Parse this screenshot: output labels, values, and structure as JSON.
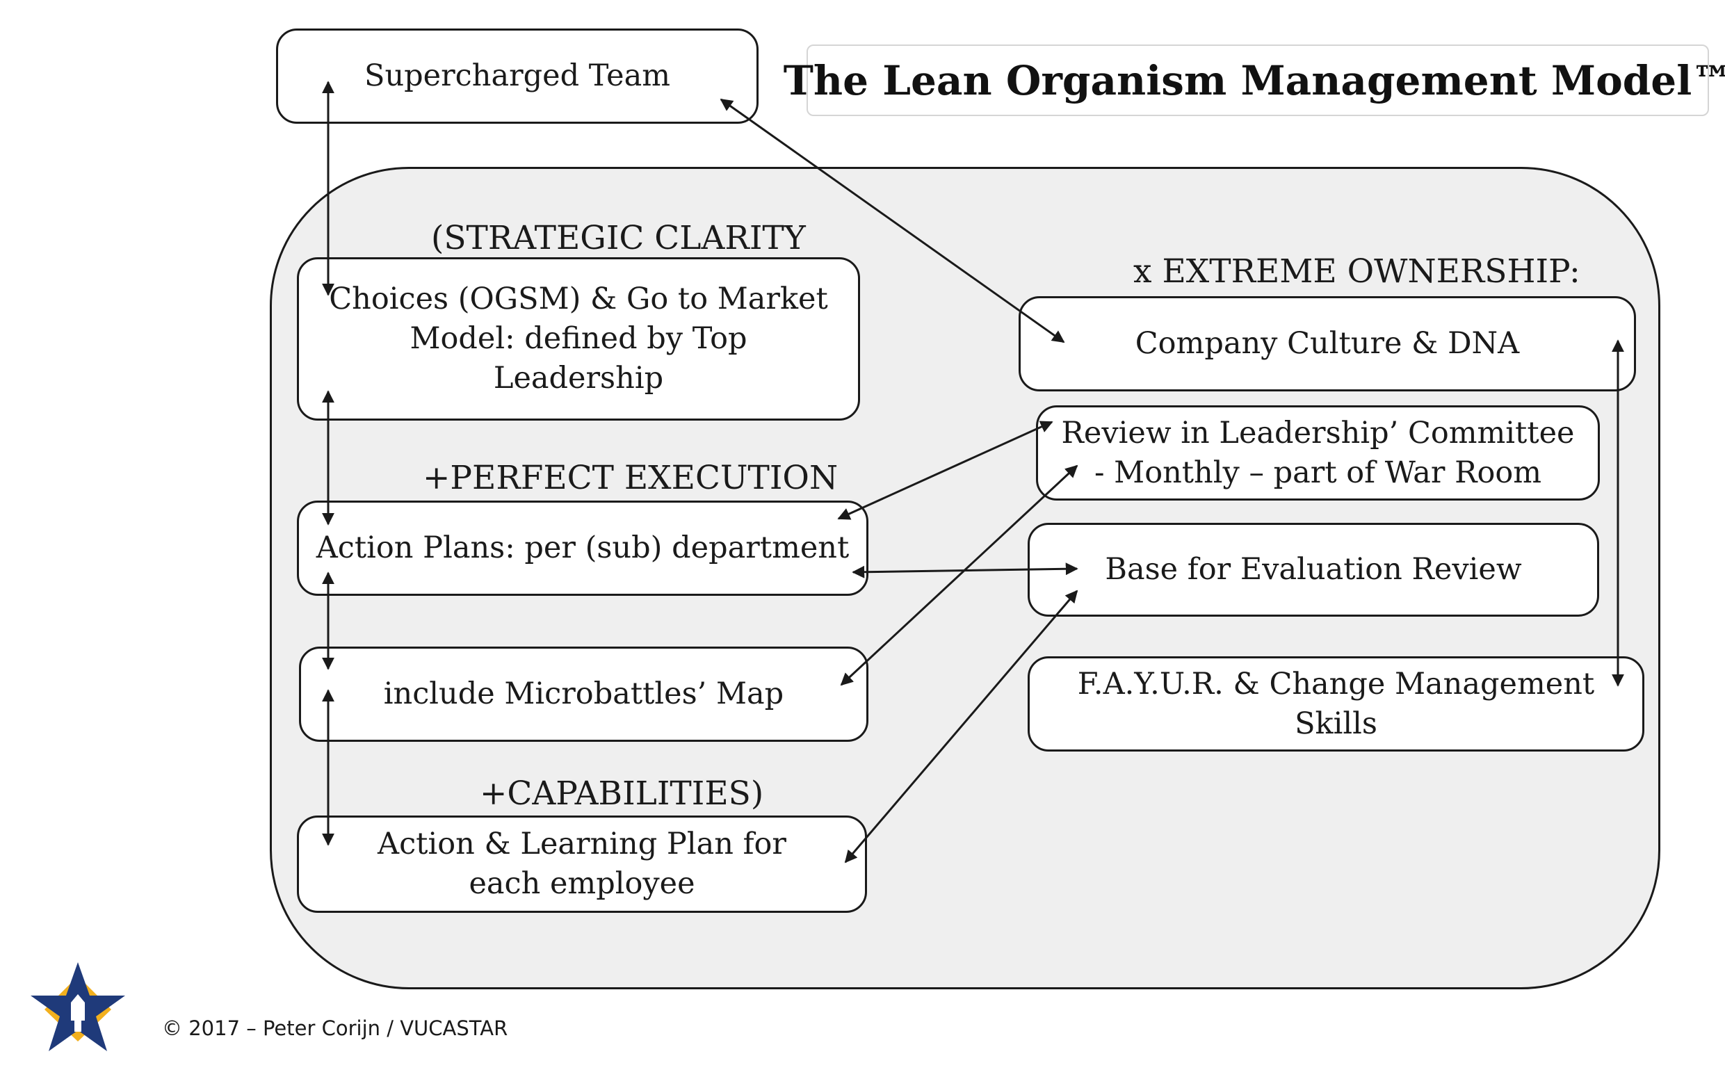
{
  "title": "The Lean Organism Management Model™",
  "footer": "© 2017 – Peter Corijn / VUCASTAR",
  "logo": {
    "icon": "star-logo-icon",
    "colors": {
      "star": "#1f3a7a",
      "diamond": "#f2b01e"
    }
  },
  "top_box": "Supercharged Team",
  "left_column": {
    "heading_strategic": "(STRATEGIC CLARITY",
    "choices": "Choices (OGSM) & Go to Market Model: defined by Top Leadership",
    "heading_execution": "+PERFECT EXECUTION",
    "action_plans": "Action Plans: per (sub) department",
    "microbattles": "include Microbattles’ Map",
    "heading_capabilities": "+CAPABILITIES)",
    "learning_plan": "Action & Learning Plan for each employee"
  },
  "right_column": {
    "heading_ownership": "x EXTREME OWNERSHIP:",
    "culture": "Company Culture & DNA",
    "review": "Review in Leadership’ Committee - Monthly – part of War Room",
    "evaluation": "Base for Evaluation Review",
    "fayur": "F.A.Y.U.R. & Change Management Skills"
  },
  "colors": {
    "line": "#1a1a1a",
    "container_fill": "#efefef",
    "box_fill": "#ffffff"
  }
}
